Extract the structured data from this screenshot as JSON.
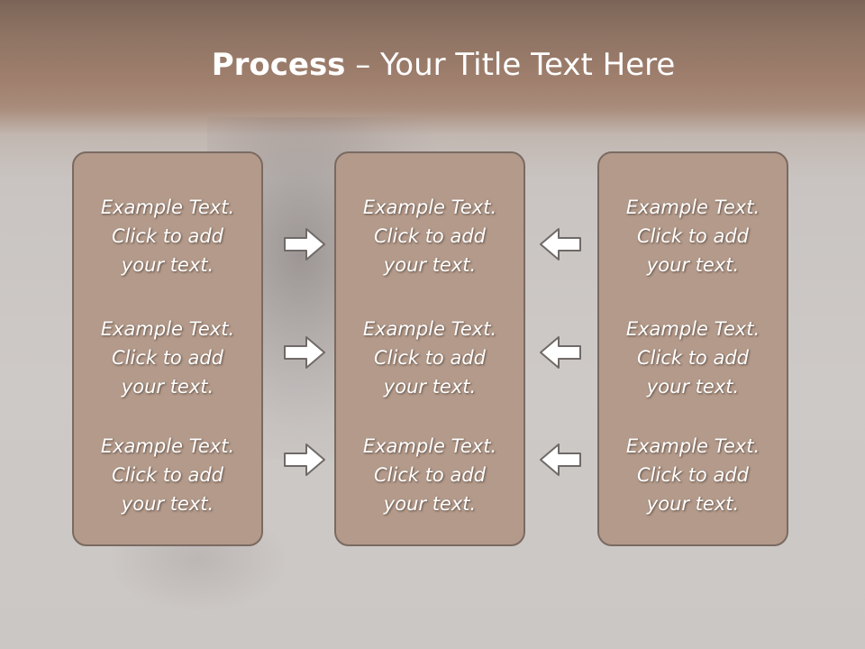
{
  "slide": {
    "title_bold": "Process",
    "title_rest": " – Your Title Text Here"
  },
  "columns": [
    {
      "items": [
        {
          "line1": "Example Text.",
          "line2": "Click  to add",
          "line3": "your text."
        },
        {
          "line1": "Example Text.",
          "line2": "Click  to add",
          "line3": "your text."
        },
        {
          "line1": "Example Text.",
          "line2": "Click  to add",
          "line3": "your text."
        }
      ]
    },
    {
      "items": [
        {
          "line1": "Example Text.",
          "line2": "Click  to add",
          "line3": "your text."
        },
        {
          "line1": "Example Text.",
          "line2": "Click  to add",
          "line3": "your text."
        },
        {
          "line1": "Example Text.",
          "line2": "Click  to add",
          "line3": "your text."
        }
      ]
    },
    {
      "items": [
        {
          "line1": "Example Text.",
          "line2": "Click  to add",
          "line3": "your text."
        },
        {
          "line1": "Example Text.",
          "line2": "Click  to add",
          "line3": "your text."
        },
        {
          "line1": "Example Text.",
          "line2": "Click  to add",
          "line3": "your text."
        }
      ]
    }
  ],
  "arrows": {
    "left_group": [
      "right-arrow-icon",
      "right-arrow-icon",
      "right-arrow-icon"
    ],
    "right_group": [
      "left-arrow-icon",
      "left-arrow-icon",
      "left-arrow-icon"
    ]
  },
  "colors": {
    "box_fill": "#b39a8a",
    "box_border": "#7a6a61",
    "header_band": "#a07f6d",
    "text": "#ffffff"
  }
}
